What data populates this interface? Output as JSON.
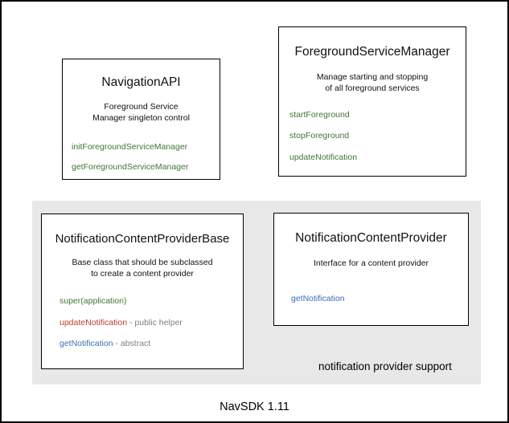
{
  "diagram": {
    "footer_caption": "NavSDK 1.11",
    "group": {
      "label": "notification provider support"
    },
    "colors": {
      "background": "#ffffff",
      "border": "#000000",
      "group_background": "#e8e8e8",
      "method_green": "#3f7735",
      "method_red": "#c0392b",
      "method_blue": "#3b6fb6",
      "method_note": "#808080"
    },
    "boxes": [
      {
        "id": "navigation-api",
        "title": "NavigationAPI",
        "description": "Foreground Service\nManager singleton control",
        "description_lines": [
          "Foreground Service",
          "Manager singleton control"
        ],
        "members": [
          {
            "name": "initForegroundServiceManager",
            "color": "green",
            "note": ""
          },
          {
            "name": "getForegroundServiceManager",
            "color": "green",
            "note": ""
          }
        ]
      },
      {
        "id": "foreground-service-manager",
        "title": "ForegroundServiceManager",
        "description": "Manage starting and stopping\nof all foreground services",
        "description_lines": [
          "Manage starting and stopping",
          "of all foreground services"
        ],
        "members": [
          {
            "name": "startForeground",
            "color": "green",
            "note": ""
          },
          {
            "name": "stopForeground",
            "color": "green",
            "note": ""
          },
          {
            "name": "updateNotification",
            "color": "green",
            "note": ""
          }
        ]
      },
      {
        "id": "notification-content-provider-base",
        "title": "NotificationContentProviderBase",
        "description": "Base class that should be subclassed\nto create a content provider",
        "description_lines": [
          "Base class that should be subclassed",
          "to create a content provider"
        ],
        "members": [
          {
            "name": "super(application)",
            "color": "green",
            "note": ""
          },
          {
            "name": "updateNotification",
            "color": "red",
            "note": " - public helper"
          },
          {
            "name": "getNotification",
            "color": "blue",
            "note": " - abstract"
          }
        ]
      },
      {
        "id": "notification-content-provider",
        "title": "NotificationContentProvider",
        "description": "Interface for a content provider",
        "description_lines": [
          "Interface for a content provider"
        ],
        "members": [
          {
            "name": "getNotification",
            "color": "blue",
            "note": ""
          }
        ]
      }
    ]
  }
}
